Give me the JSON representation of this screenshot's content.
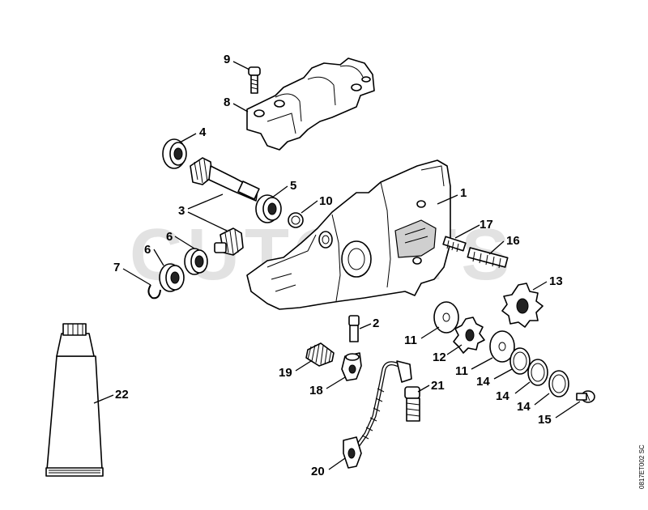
{
  "watermark": "CUTOUTS",
  "doc_code": "0817ET002 SC",
  "callouts": {
    "c1": "1",
    "c2": "2",
    "c3": "3",
    "c4": "4",
    "c5": "5",
    "c6a": "6",
    "c6b": "6",
    "c7": "7",
    "c8": "8",
    "c9": "9",
    "c10": "10",
    "c11a": "11",
    "c11b": "11",
    "c12": "12",
    "c13": "13",
    "c14a": "14",
    "c14b": "14",
    "c14c": "14",
    "c15": "15",
    "c16": "16",
    "c17": "17",
    "c18": "18",
    "c19": "19",
    "c20": "20",
    "c21": "21",
    "c22": "22"
  }
}
